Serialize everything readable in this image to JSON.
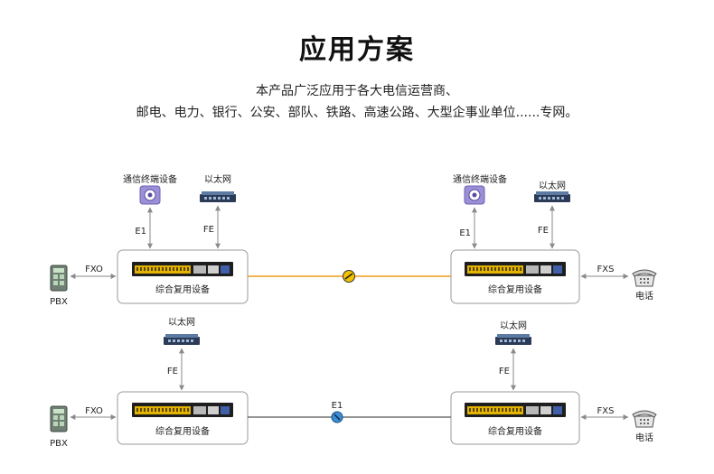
{
  "header": {
    "title": "应用方案",
    "line1": "本产品广泛应用于各大电信运营商、",
    "line2": "邮电、电力、银行、公安、部队、铁路、高速公路、大型企事业单位......专网。"
  },
  "diagram": {
    "top": {
      "left_device": "综合复用设备",
      "right_device": "综合复用设备",
      "comm_terminal_left": "通信终端设备",
      "comm_terminal_right": "通信终端设备",
      "ethernet_left": "以太网",
      "ethernet_right": "以太网",
      "link_e1_left": "E1",
      "link_fe_left": "FE",
      "link_e1_right": "E1",
      "link_fe_right": "FE",
      "pbx_label": "PBX",
      "fxo_label": "FXO",
      "fxs_label": "FXS",
      "phone_label": "电话"
    },
    "bottom": {
      "left_device": "综合复用设备",
      "right_device": "综合复用设备",
      "ethernet_left": "以太网",
      "ethernet_right": "以太网",
      "link_fe_left": "FE",
      "link_fe_right": "FE",
      "middle_link": "E1",
      "pbx_label": "PBX",
      "fxo_label": "FXO",
      "fxs_label": "FXS",
      "phone_label": "电话"
    },
    "colors": {
      "fiber_line": "#f39a1e",
      "e1_line": "#555555",
      "arrow": "#8a8a8a"
    }
  }
}
